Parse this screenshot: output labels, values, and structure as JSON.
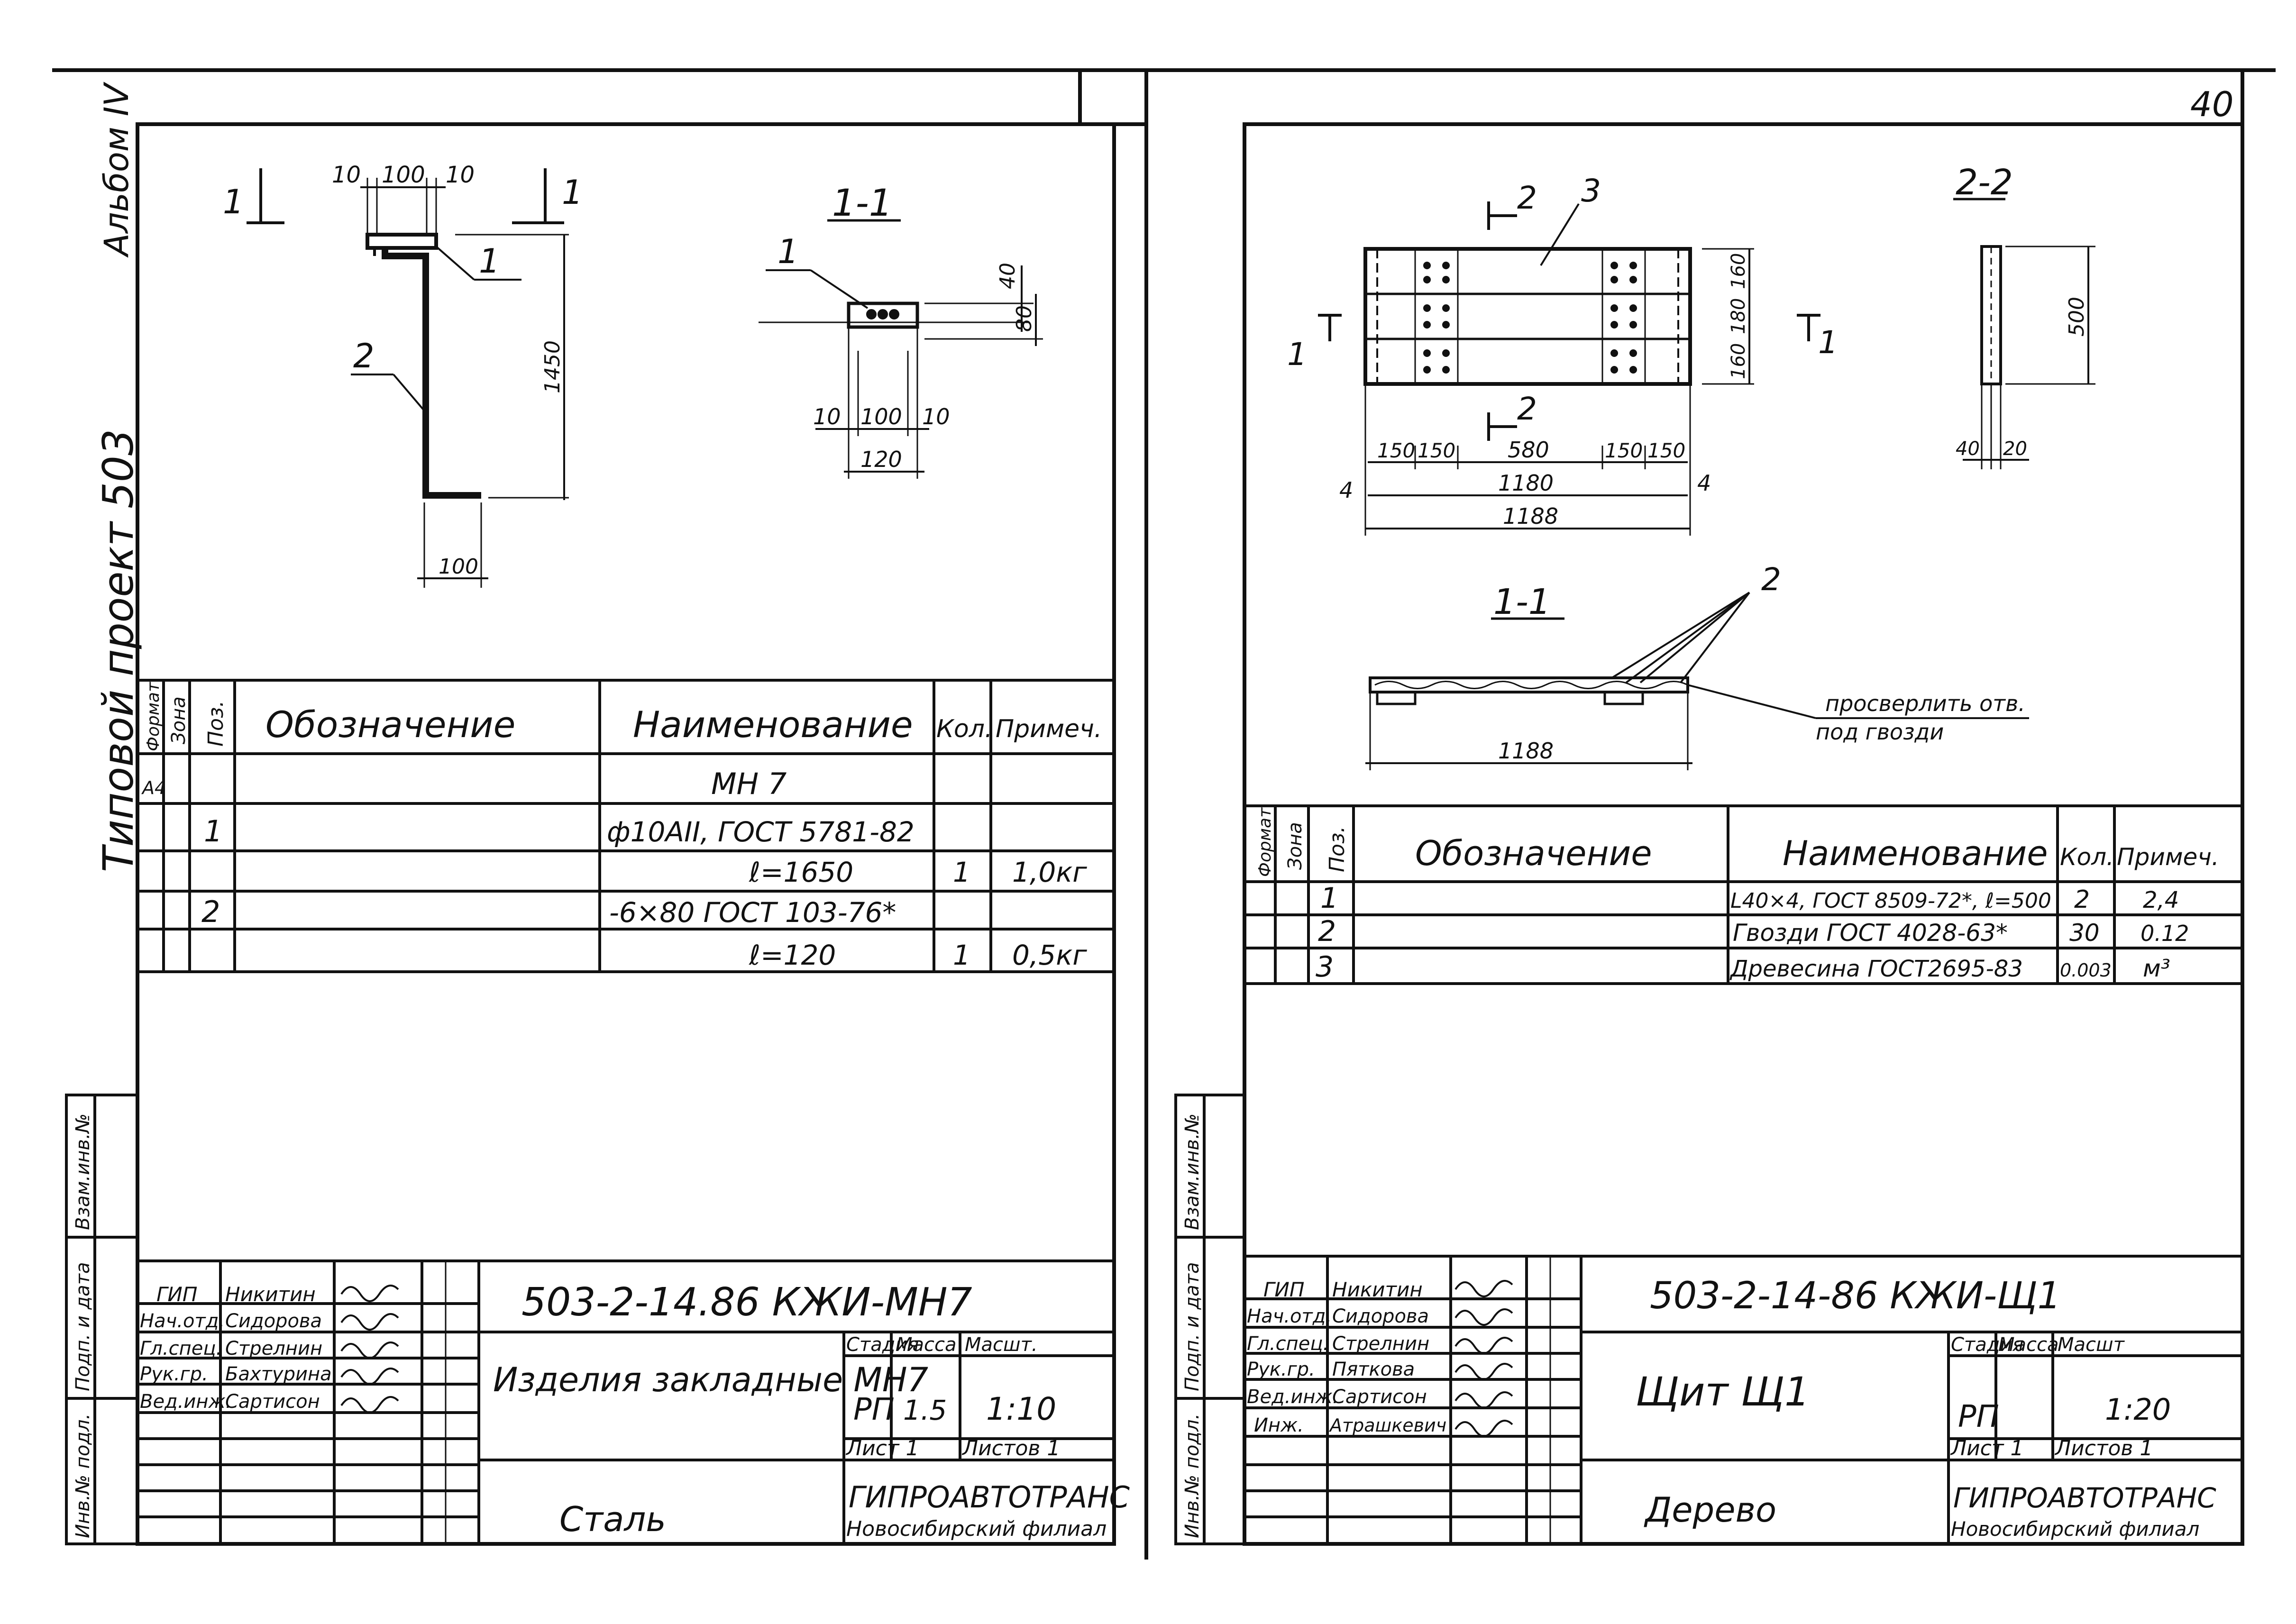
{
  "page_number": "40",
  "left_sheet": {
    "margin": {
      "album": "Альбом IV",
      "project": "Типовой проект 503",
      "stamp_vzam": "Взам.инв.№",
      "stamp_podp": "Подп. и дата",
      "stamp_inv": "Инв.№ подл."
    },
    "drawing": {
      "cut_mark": "1",
      "pos1": "1",
      "pos2": "2",
      "dim_10a": "10",
      "dim_100": "100",
      "dim_10b": "10",
      "dim_1450": "1450",
      "dim_bottom_100": "100",
      "section_title": "1-1",
      "sec_pos1": "1",
      "sec_dim_40": "40",
      "sec_dim_80": "80",
      "sec_dim_10a": "10",
      "sec_dim_100": "100",
      "sec_dim_10b": "10",
      "sec_dim_120": "120"
    },
    "spec": {
      "headers": {
        "format": "Формат",
        "zone": "Зона",
        "pos": "Поз.",
        "designation": "Обозначение",
        "name": "Наименование",
        "qty": "Кол.",
        "note": "Примеч."
      },
      "rows": [
        {
          "format": "А4",
          "pos": "",
          "name": "МН 7",
          "qty": "",
          "note": ""
        },
        {
          "format": "",
          "pos": "1",
          "name": "ф10АII, ГОСТ 5781-82",
          "qty": "",
          "note": ""
        },
        {
          "format": "",
          "pos": "",
          "name": "ℓ=1650",
          "qty": "1",
          "note": "1,0кг"
        },
        {
          "format": "",
          "pos": "2",
          "name": "-6×80 ГОСТ 103-76*",
          "qty": "",
          "note": ""
        },
        {
          "format": "",
          "pos": "",
          "name": "ℓ=120",
          "qty": "1",
          "note": "0,5кг"
        }
      ]
    },
    "title_block": {
      "roles": [
        "ГИП",
        "Нач.отд.",
        "Гл.спец.",
        "Рук.гр.",
        "Вед.инж."
      ],
      "people": [
        "Никитин",
        "Сидорова",
        "Стрелнин",
        "Бахтурина",
        "Сартисон"
      ],
      "code": "503-2-14.86 КЖИ-МН7",
      "title": "Изделия закладные МН7",
      "stage_label": "Стадия",
      "mass_label": "Масса",
      "scale_label": "Масшт.",
      "stage": "РП",
      "mass": "1.5",
      "scale": "1:10",
      "sheet": "Лист 1",
      "sheets": "Листов 1",
      "material": "Сталь",
      "org": "ГИПРОАВТОТРАНС",
      "branch": "Новосибирский филиал"
    }
  },
  "right_sheet": {
    "margin": {
      "stamp_vzam": "Взам.инв.№",
      "stamp_podp": "Подп. и дата",
      "stamp_inv": "Инв.№ подл."
    },
    "drawing": {
      "cut2_top": "2",
      "pos3": "3",
      "cut1_left": "1",
      "cut1_right": "1",
      "cut2_bottom": "2",
      "dim_160a": "160",
      "dim_180": "180",
      "dim_160b": "160",
      "dim_150a": "150",
      "dim_150b": "150",
      "dim_580": "580",
      "dim_150c": "150",
      "dim_150d": "150",
      "dim_4a": "4",
      "dim_1180": "1180",
      "dim_4b": "4",
      "dim_1188": "1188",
      "section22_title": "2-2",
      "sec22_dim_500": "500",
      "sec22_dim_40": "40",
      "sec22_dim_20": "20",
      "section11_title": "1-1",
      "sec11_pos2": "2",
      "sec11_note_1": "просверлить отв.",
      "sec11_note_2": "под гвозди",
      "sec11_dim_1188": "1188"
    },
    "spec": {
      "headers": {
        "format": "Формат",
        "zone": "Зона",
        "pos": "Поз.",
        "designation": "Обозначение",
        "name": "Наименование",
        "qty": "Кол.",
        "note": "Примеч."
      },
      "rows": [
        {
          "pos": "1",
          "name": "L40×4, ГОСТ 8509-72*, ℓ=500",
          "qty": "2",
          "note": "2,4"
        },
        {
          "pos": "2",
          "name": "Гвозди ГОСТ 4028-63*",
          "qty": "30",
          "note": "0.12"
        },
        {
          "pos": "3",
          "name": "Древесина ГОСТ2695-83",
          "qty": "0.003",
          "note": "м³"
        }
      ]
    },
    "title_block": {
      "roles": [
        "ГИП",
        "Нач.отд.",
        "Гл.спец.",
        "Рук.гр.",
        "Вед.инж.",
        "Инж."
      ],
      "people": [
        "Никитин",
        "Сидорова",
        "Стрелнин",
        "Пяткова",
        "Сартисон",
        "Атрашкевич"
      ],
      "code": "503-2-14-86 КЖИ-Щ1",
      "title": "Щит Щ1",
      "stage_label": "Стадия",
      "mass_label": "Масса",
      "scale_label": "Масшт",
      "stage": "РП",
      "mass": "",
      "scale": "1:20",
      "sheet": "Лист 1",
      "sheets": "Листов 1",
      "material": "Дерево",
      "org": "ГИПРОАВТОТРАНС",
      "branch": "Новосибирский филиал"
    }
  }
}
